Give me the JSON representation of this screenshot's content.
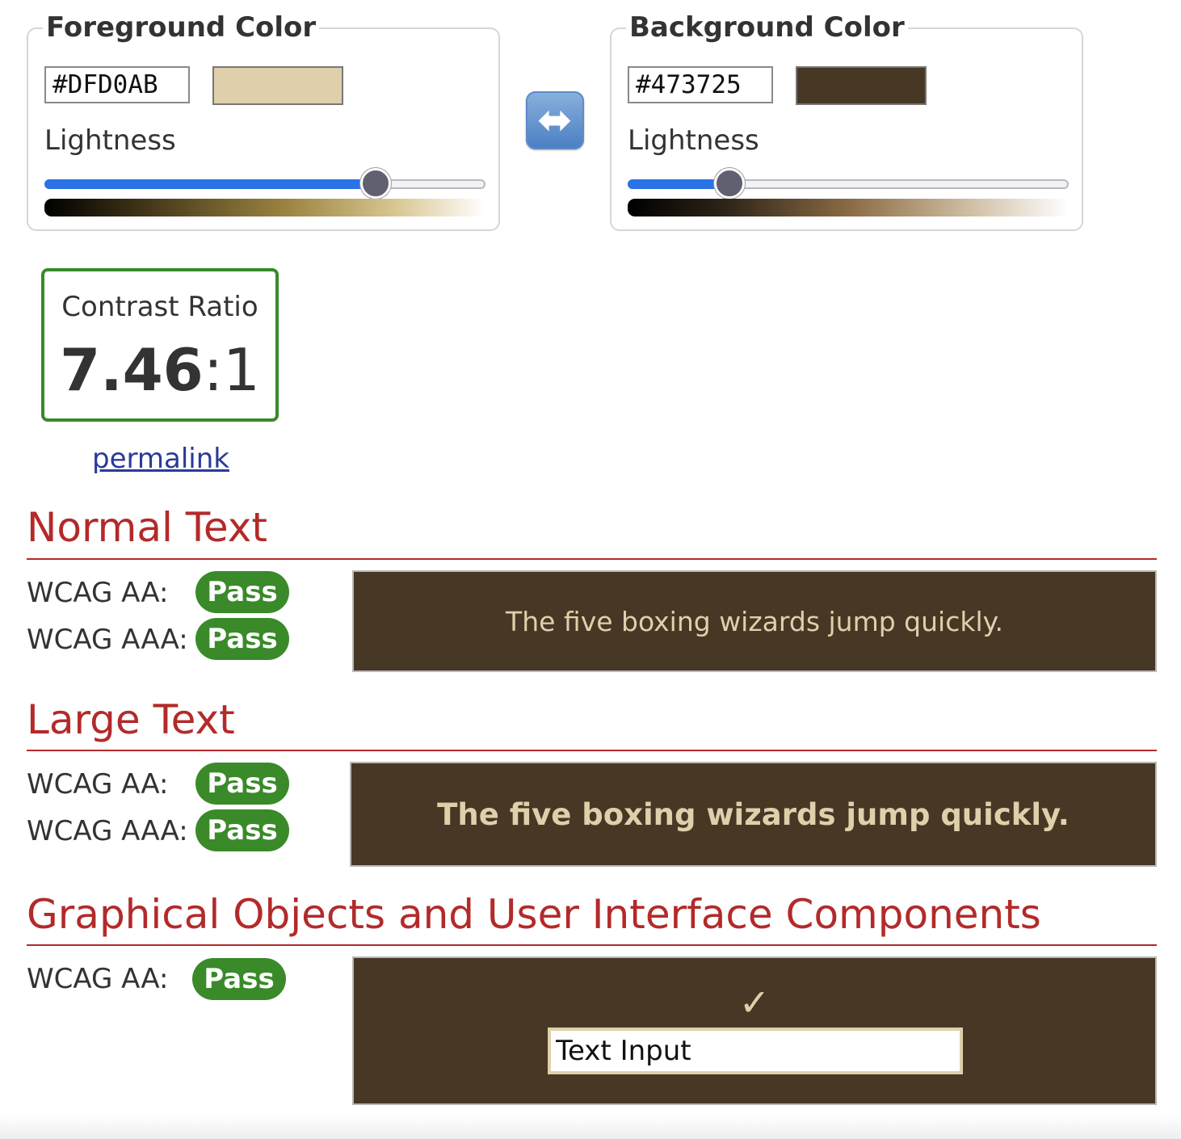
{
  "foreground": {
    "legend": "Foreground Color",
    "hex": "#DFD0AB",
    "color": "#DFD0AB",
    "lightness_label": "Lightness",
    "lightness_fraction": 0.75
  },
  "background": {
    "legend": "Background Color",
    "hex": "#473725",
    "color": "#473725",
    "lightness_label": "Lightness",
    "lightness_fraction": 0.23
  },
  "swap": {
    "icon": "left-right-arrow-icon",
    "glyph": "⬌"
  },
  "contrast": {
    "label": "Contrast Ratio",
    "value": "7.46",
    "suffix": ":1",
    "border_color": "#3a8a2a"
  },
  "permalink": "permalink",
  "sections": {
    "normal": {
      "title": "Normal Text",
      "aa_label": "WCAG AA:",
      "aa_result": "Pass",
      "aaa_label": "WCAG AAA:",
      "aaa_result": "Pass",
      "sample": "The five boxing wizards jump quickly."
    },
    "large": {
      "title": "Large Text",
      "aa_label": "WCAG AA:",
      "aa_result": "Pass",
      "aaa_label": "WCAG AAA:",
      "aaa_result": "Pass",
      "sample": "The five boxing wizards jump quickly."
    },
    "graphical": {
      "title": "Graphical Objects and User Interface Components",
      "aa_label": "WCAG AA:",
      "aa_result": "Pass",
      "check_glyph": "✓",
      "input_value": "Text Input"
    }
  },
  "colors": {
    "heading": "#b32a2a",
    "pass": "#3a8a2a",
    "link": "#2a3a9a",
    "slider": "#2b72e6"
  }
}
